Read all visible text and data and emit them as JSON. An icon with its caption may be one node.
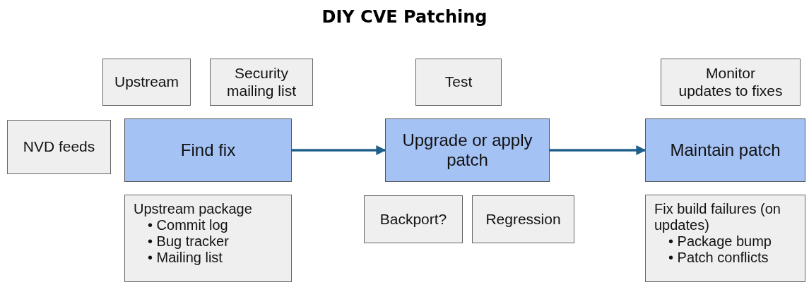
{
  "diagram": {
    "title": "DIY CVE Patching",
    "nodes": [
      {
        "text": [
          "Upstream"
        ]
      },
      {
        "text": [
          "Security mailing list"
        ]
      },
      {
        "text": [
          "Test"
        ]
      },
      {
        "text": [
          "Monitor updates to fixes"
        ]
      },
      {
        "text": [
          "NVD feeds"
        ]
      },
      {
        "text": [
          "Find fix"
        ]
      },
      {
        "text": [
          "Upgrade or apply patch"
        ]
      },
      {
        "text": [
          "Maintain patch"
        ]
      },
      {
        "text": [
          "Upstream package",
          "• Commit log",
          "• Bug tracker",
          "• Mailing list"
        ]
      },
      {
        "text": [
          "Backport?"
        ]
      },
      {
        "text": [
          "Regression"
        ]
      },
      {
        "text": [
          "Fix build failures (on updates)",
          "• Package bump",
          "• Patch conflicts"
        ]
      }
    ],
    "edges": [
      {
        "from": 5,
        "to": 6,
        "arrow": "to",
        "color": "#1f5f8b"
      },
      {
        "from": 6,
        "to": 7,
        "arrow": "to",
        "color": "#1f5f8b"
      }
    ]
  }
}
